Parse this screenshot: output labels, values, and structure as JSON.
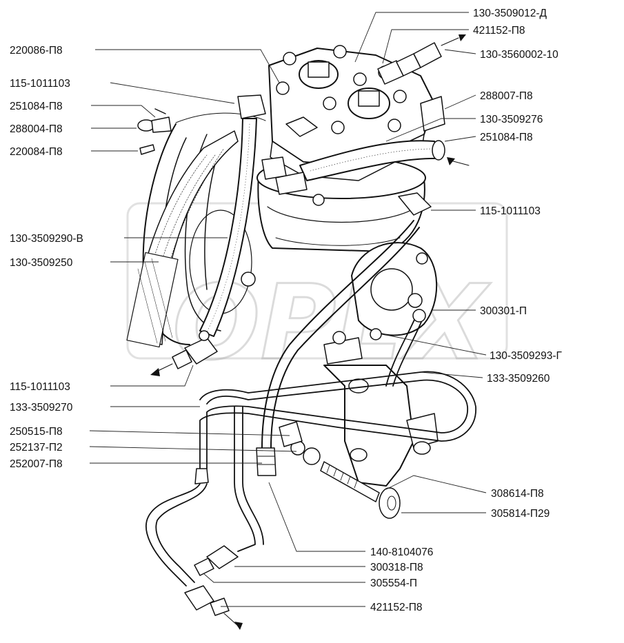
{
  "watermark": "OPEX",
  "labels": {
    "l1": "130-3509012-Д",
    "l2": "421152-П8",
    "l3": "130-3560002-10",
    "l4": "220086-П8",
    "l5": "115-1011103",
    "l6": "288007-П8",
    "l7": "251084-П8",
    "l8": "130-3509276",
    "l9": "288004-П8",
    "l10": "251084-П8",
    "l11": "220084-П8",
    "l12": "115-1011103",
    "l13": "130-3509290-В",
    "l14": "130-3509250",
    "l15": "300301-П",
    "l16": "130-3509293-Г",
    "l17": "115-1011103",
    "l18": "133-3509260",
    "l19": "133-3509270",
    "l20": "250515-П8",
    "l21": "252137-П2",
    "l22": "252007-П8",
    "l23": "308614-П8",
    "l24": "305814-П29",
    "l25": "140-8104076",
    "l26": "300318-П8",
    "l27": "305554-П",
    "l28": "421152-П8"
  },
  "colors": {
    "ink": "#111111",
    "leader": "#222222",
    "watermark": "#9a9a9a",
    "background": "#ffffff"
  }
}
